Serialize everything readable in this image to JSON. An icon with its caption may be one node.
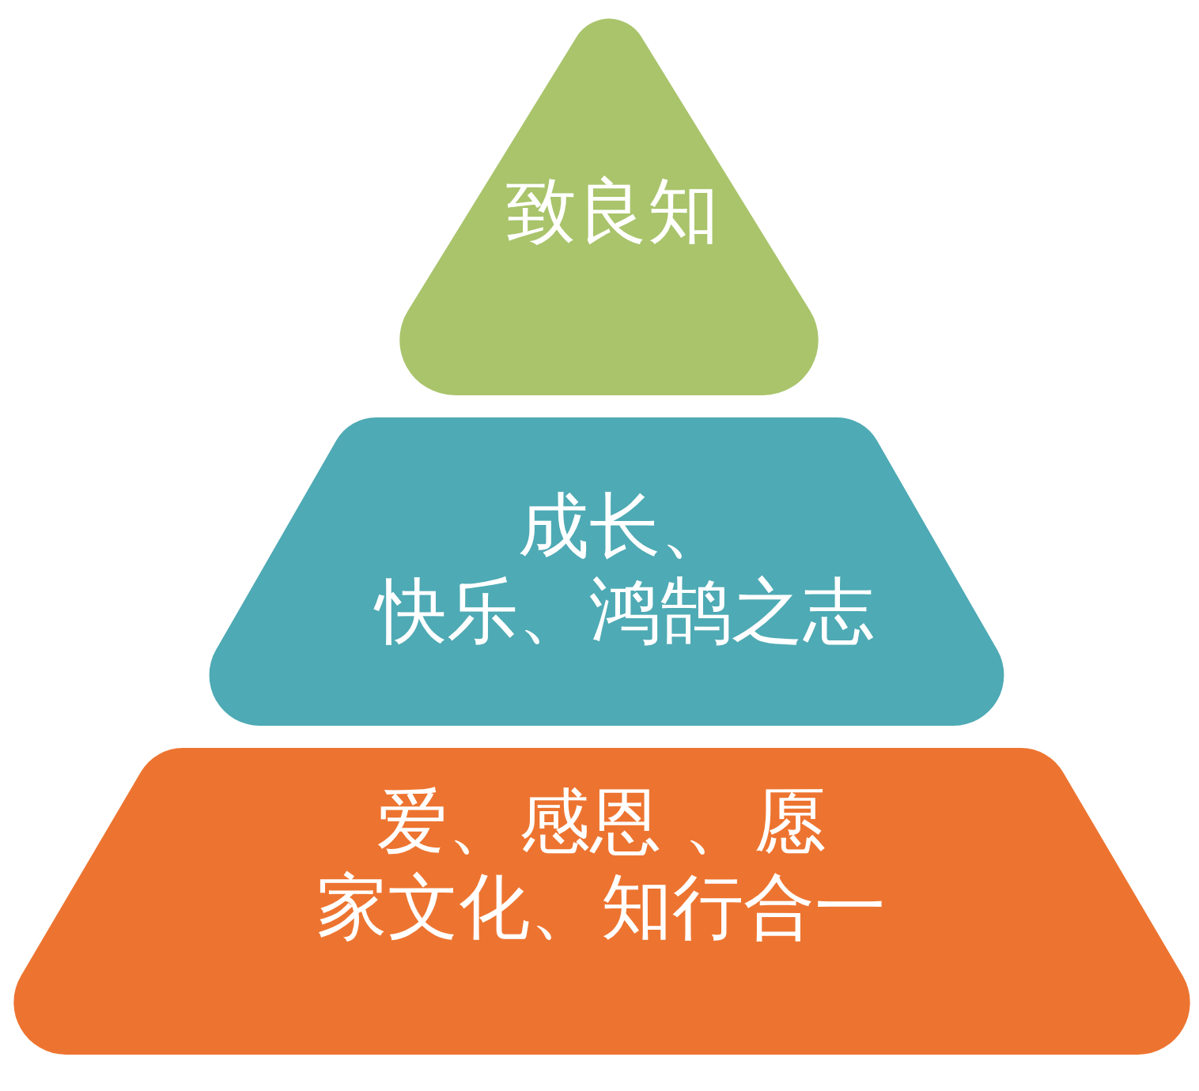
{
  "diagram": {
    "nodes": [
      {
        "text": [
          "致良知"
        ]
      },
      {
        "text": [
          "成长、快乐、鸿鹄之志"
        ]
      },
      {
        "text": [
          "爱、感恩 、愿家文化、知行合一"
        ]
      }
    ]
  }
}
